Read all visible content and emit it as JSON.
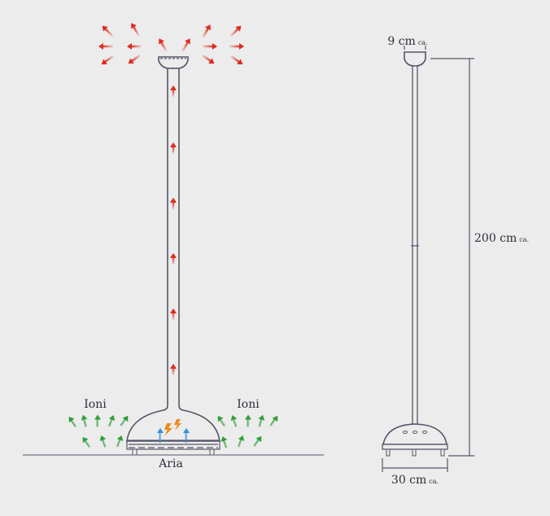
{
  "labels": {
    "ions_left": "Ioni",
    "ions_right": "Ioni",
    "air": "Aria",
    "head_width_value": "9 cm",
    "head_width_suffix": "ca.",
    "height_value": "200 cm",
    "height_suffix": "ca.",
    "base_width_value": "30 cm",
    "base_width_suffix": "ca."
  },
  "colors": {
    "background": "#ececec",
    "outline": "#55556a",
    "hot_air_arrow": "#e02a1e",
    "ion_arrow": "#2f9e3c",
    "air_intake_arrow": "#2e8fe0",
    "ionizer_spark": "#f08a1c",
    "text": "#2d2d3d"
  },
  "icons": {
    "hot_air": "red-arrow-icon",
    "ions": "green-arrow-icon",
    "intake": "blue-arrow-icon",
    "spark": "lightning-icon"
  }
}
